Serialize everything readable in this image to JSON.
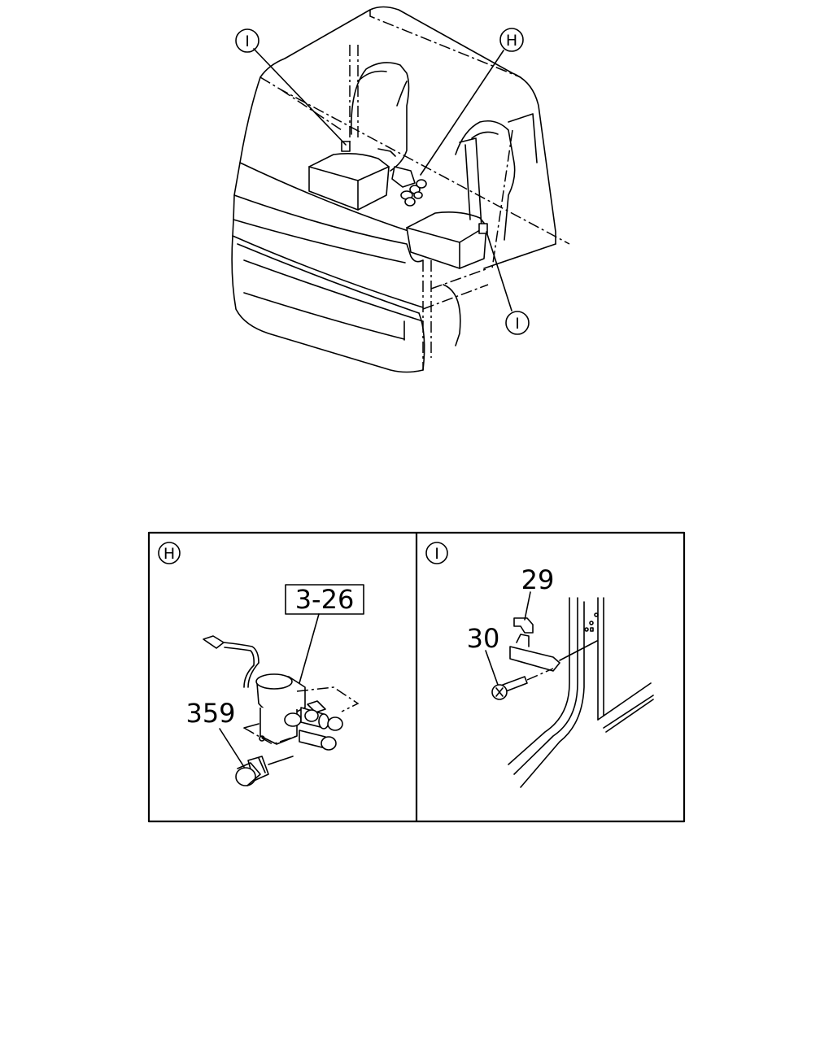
{
  "overview": {
    "callout_i_top": "I",
    "callout_h_top": "H",
    "callout_i_right": "I"
  },
  "detail_h": {
    "callout": "H",
    "ref_box": "3-26",
    "part_359": "359"
  },
  "detail_i": {
    "callout": "I",
    "part_29": "29",
    "part_30": "30"
  }
}
